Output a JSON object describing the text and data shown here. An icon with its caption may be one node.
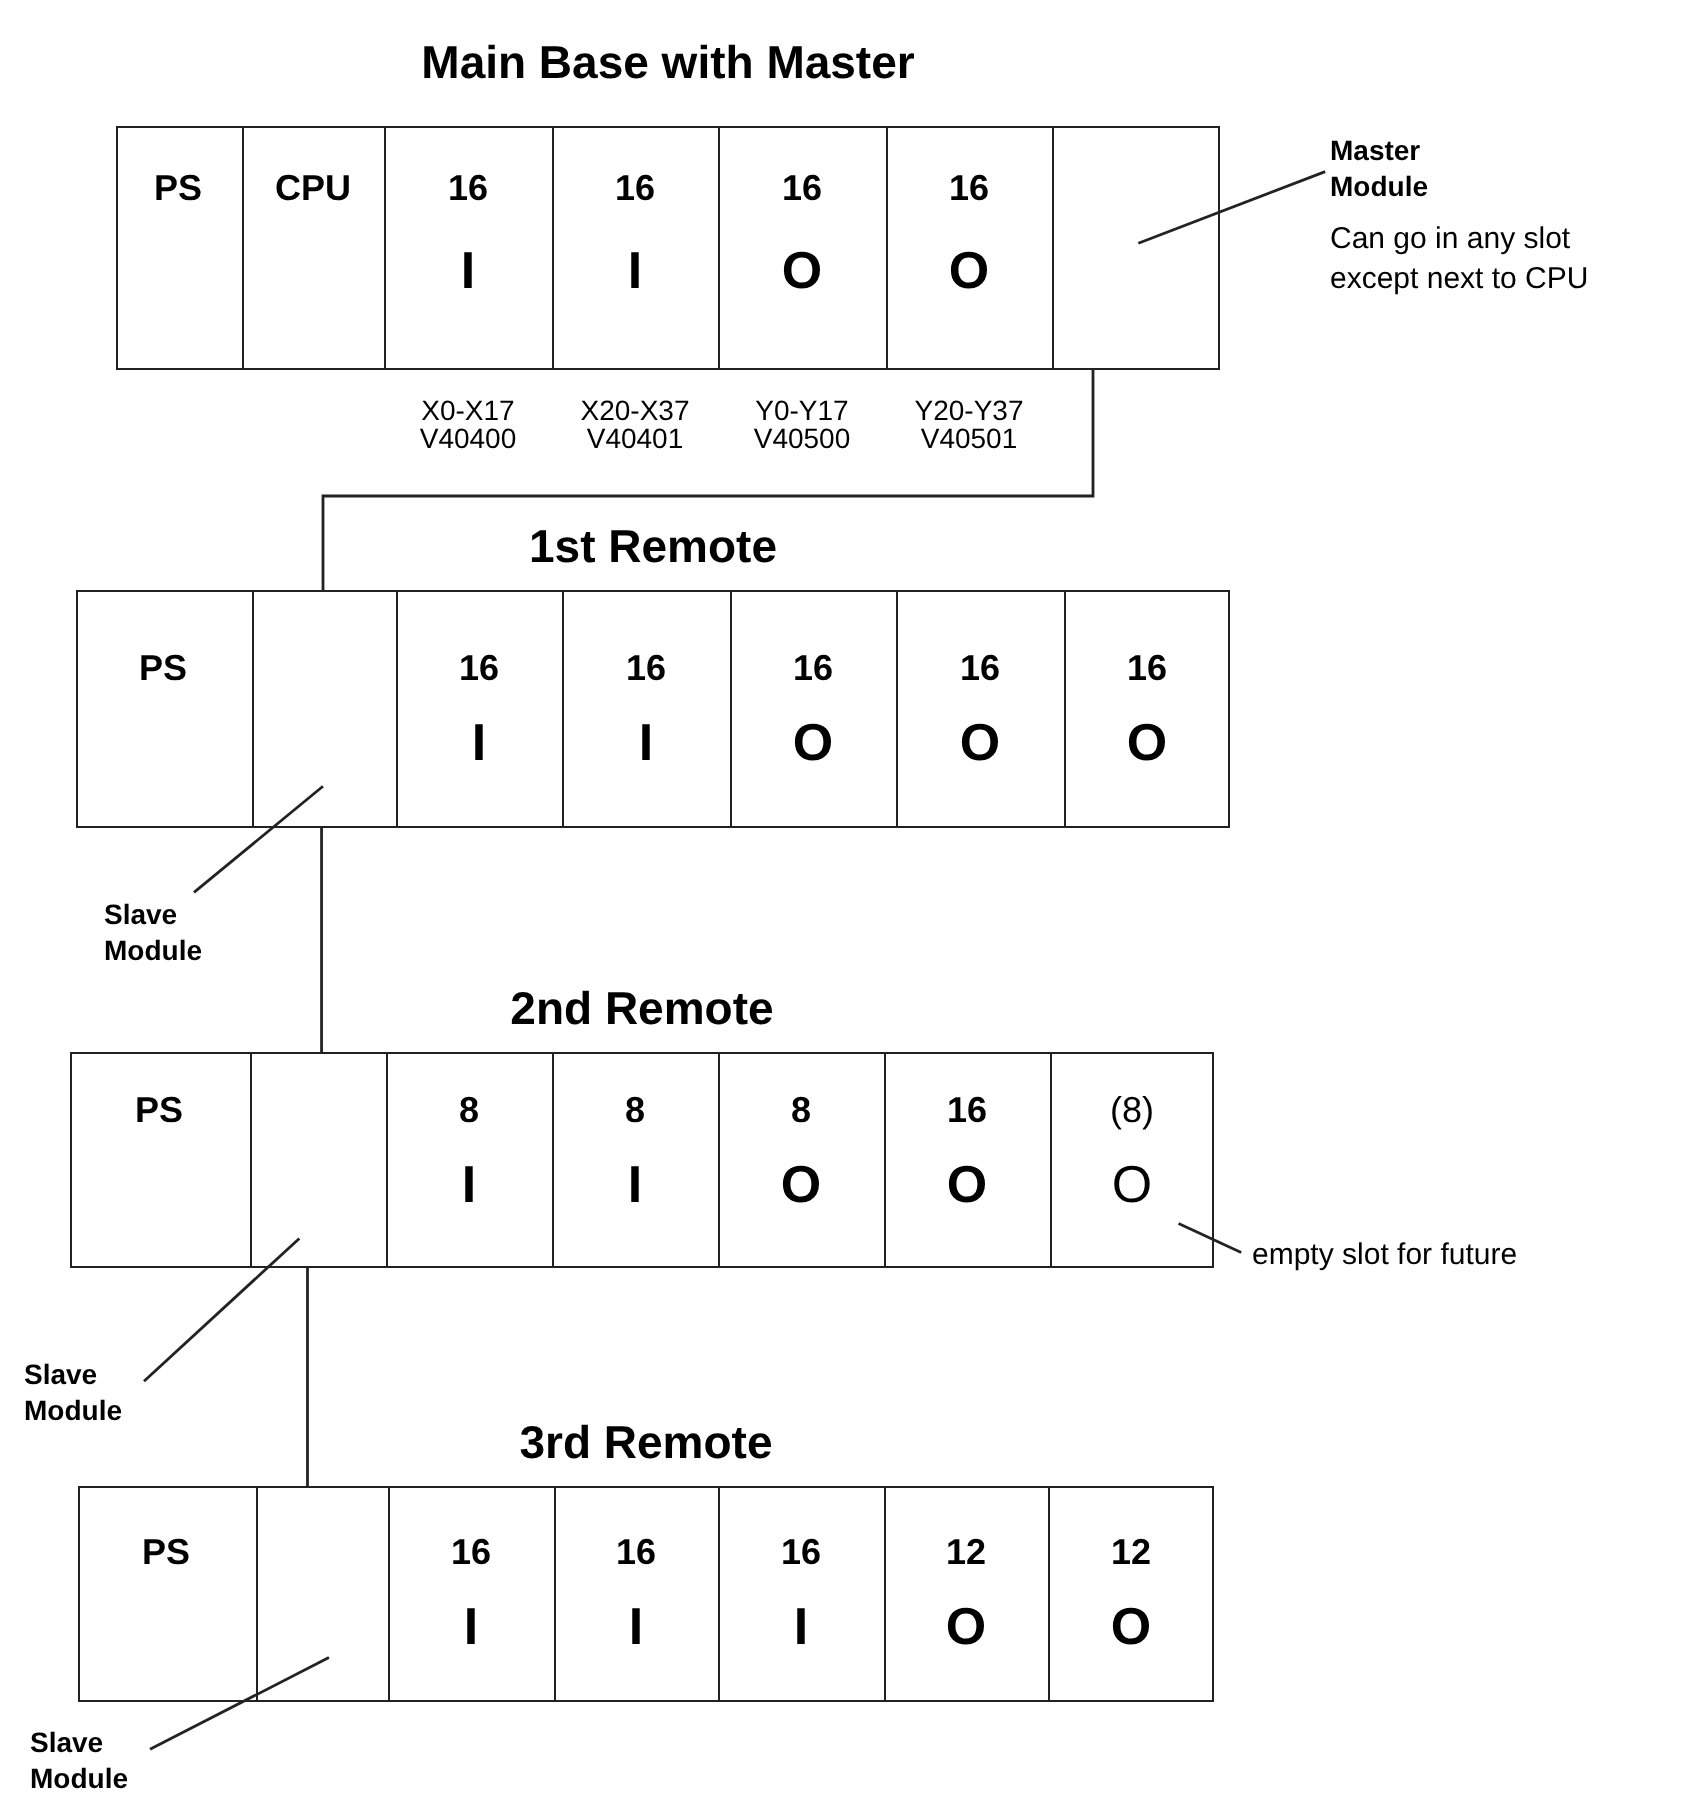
{
  "diagram": {
    "nodes": [
      {
        "text": [
          "Main Base with Master"
        ]
      },
      {
        "text": [
          "PS"
        ],
        "in": 0
      },
      {
        "text": [
          "CPU"
        ],
        "in": 0
      },
      {
        "text": [
          "16",
          "I"
        ],
        "in": 0,
        "beside": [
          "X0-X17 V40400"
        ]
      },
      {
        "text": [
          "16",
          "I"
        ],
        "in": 0,
        "beside": [
          "X20-X37 V40401"
        ]
      },
      {
        "text": [
          "16",
          "O"
        ],
        "in": 0,
        "beside": [
          "Y0-Y17 V40500"
        ]
      },
      {
        "text": [
          "16",
          "O"
        ],
        "in": 0,
        "beside": [
          "Y20-Y37 V40501"
        ]
      },
      {
        "text": [],
        "shape": "box",
        "in": 0
      },
      {
        "text": [
          "Master Module"
        ]
      },
      {
        "text": [
          "1st Remote"
        ]
      },
      {
        "text": [
          "PS"
        ],
        "in": 9
      },
      {
        "text": [],
        "shape": "box",
        "in": 9
      },
      {
        "text": [
          "16",
          "I"
        ],
        "in": 9
      },
      {
        "text": [
          "16",
          "I"
        ],
        "in": 9
      },
      {
        "text": [
          "16",
          "O"
        ],
        "in": 9
      },
      {
        "text": [
          "16",
          "O"
        ],
        "in": 9
      },
      {
        "text": [
          "16",
          "O"
        ],
        "in": 9
      },
      {
        "text": [
          "Slave Module"
        ]
      },
      {
        "text": [
          "2nd Remote"
        ]
      },
      {
        "text": [
          "PS"
        ],
        "in": 18
      },
      {
        "text": [],
        "shape": "box",
        "in": 18
      },
      {
        "text": [
          "8",
          "I"
        ],
        "in": 18
      },
      {
        "text": [
          "8",
          "I"
        ],
        "in": 18
      },
      {
        "text": [
          "8",
          "O"
        ],
        "in": 18
      },
      {
        "text": [
          "16",
          "O"
        ],
        "in": 18
      },
      {
        "text": [
          "(8)",
          "O"
        ],
        "in": 18
      },
      {
        "text": [
          "empty slot for future"
        ]
      },
      {
        "text": [
          "Slave Module"
        ]
      },
      {
        "text": [
          "3rd Remote"
        ]
      },
      {
        "text": [
          "PS"
        ],
        "in": 28
      },
      {
        "text": [],
        "shape": "box",
        "in": 28
      },
      {
        "text": [
          "16",
          "I"
        ],
        "in": 28
      },
      {
        "text": [
          "16",
          "I"
        ],
        "in": 28
      },
      {
        "text": [
          "16",
          "I"
        ],
        "in": 28
      },
      {
        "text": [
          "12",
          "O"
        ],
        "in": 28
      },
      {
        "text": [
          "12",
          "O"
        ],
        "in": 28
      },
      {
        "text": [
          "Slave Module"
        ]
      }
    ],
    "edges": [
      {
        "from": 8,
        "to": 7,
        "arrow": "none"
      },
      {
        "from": 7,
        "to": 11,
        "arrow": "none"
      },
      {
        "from": 17,
        "to": 11,
        "arrow": "none"
      },
      {
        "from": 11,
        "to": 20,
        "arrow": "none"
      },
      {
        "from": 26,
        "to": 25,
        "arrow": "none"
      },
      {
        "from": 27,
        "to": 20,
        "arrow": "none"
      },
      {
        "from": 20,
        "to": 30,
        "arrow": "none"
      },
      {
        "from": 36,
        "to": 30,
        "arrow": "none"
      }
    ],
    "labels": [
      "Can go in any slot except next to CPU"
    ]
  }
}
